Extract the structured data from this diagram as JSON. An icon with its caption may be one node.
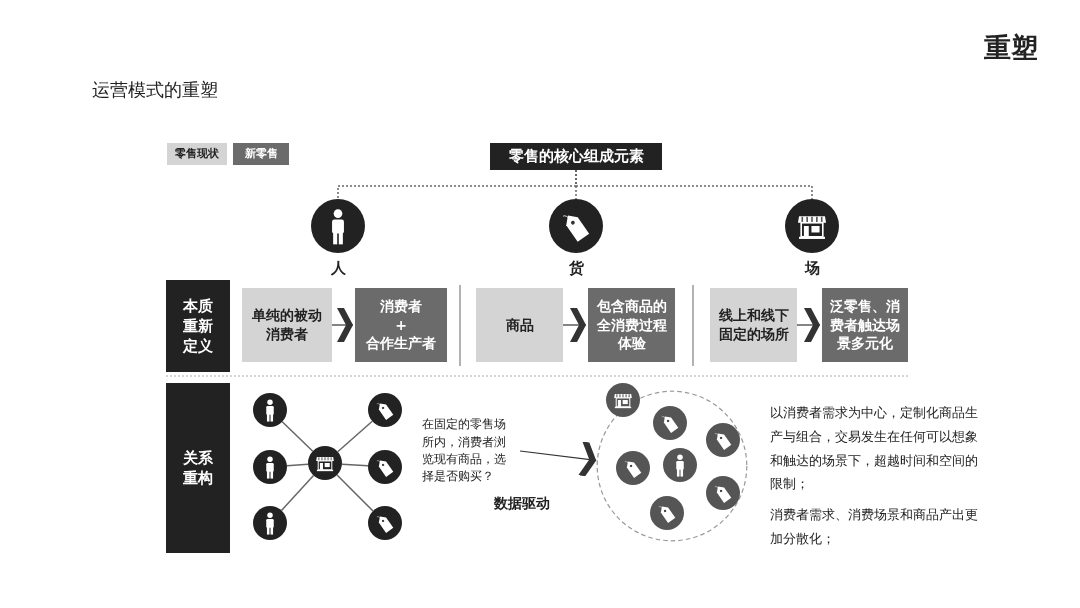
{
  "diagram": {
    "title": "重塑",
    "nodes": [
      {
        "text": [
          "零售的核心组成元素"
        ]
      },
      {
        "text": [],
        "shape": "circle",
        "beside": [
          "人"
        ]
      },
      {
        "text": [],
        "shape": "circle",
        "beside": [
          "货"
        ]
      },
      {
        "text": [],
        "shape": "circle",
        "beside": [
          "场"
        ]
      },
      {
        "text": [
          "本质重新定义"
        ]
      },
      {
        "text": [
          "单纯的被动消费者"
        ]
      },
      {
        "text": [
          "消费者",
          "+",
          "合作生产者"
        ]
      },
      {
        "text": [
          "商品"
        ]
      },
      {
        "text": [
          "包含商品的全消费过程体验"
        ]
      },
      {
        "text": [
          "线上和线下固定的场所"
        ]
      },
      {
        "text": [
          "泛零售、消费者触达场景多元化"
        ]
      },
      {
        "text": [
          "关系重构"
        ]
      },
      {
        "text": [],
        "shape": "circle"
      },
      {
        "text": [],
        "shape": "circle"
      },
      {
        "text": [],
        "shape": "circle"
      },
      {
        "text": [],
        "shape": "circle"
      },
      {
        "text": [],
        "shape": "circle"
      },
      {
        "text": [],
        "shape": "circle"
      },
      {
        "text": [],
        "shape": "circle"
      },
      {
        "text": [
          "在固定的零售场所内，消费者浏览现有商品，选择是否购买？"
        ]
      },
      {
        "text": [],
        "shape": "circle"
      },
      {
        "text": [],
        "shape": "circle"
      },
      {
        "text": [],
        "shape": "circle",
        "in": 20
      },
      {
        "text": [],
        "shape": "circle",
        "in": 20
      },
      {
        "text": [],
        "shape": "circle",
        "in": 20
      },
      {
        "text": [],
        "shape": "circle",
        "in": 20
      },
      {
        "text": [],
        "shape": "circle",
        "in": 20
      },
      {
        "text": [],
        "shape": "circle",
        "in": 20
      }
    ],
    "edges": [
      {
        "from": 0,
        "to": 1,
        "arrow": "none",
        "style": "dashed"
      },
      {
        "from": 0,
        "to": 2,
        "arrow": "none",
        "style": "dashed"
      },
      {
        "from": 0,
        "to": 3,
        "arrow": "none",
        "style": "dashed"
      },
      {
        "from": 5,
        "to": 6,
        "arrow": "to"
      },
      {
        "from": 7,
        "to": 8,
        "arrow": "to"
      },
      {
        "from": 9,
        "to": 10,
        "arrow": "to"
      },
      {
        "from": 12,
        "to": 15,
        "arrow": "none"
      },
      {
        "from": 13,
        "to": 15,
        "arrow": "none"
      },
      {
        "from": 14,
        "to": 15,
        "arrow": "none"
      },
      {
        "from": 15,
        "to": 16,
        "arrow": "none"
      },
      {
        "from": 15,
        "to": 17,
        "arrow": "none"
      },
      {
        "from": 15,
        "to": 18,
        "arrow": "none"
      },
      {
        "from": 19,
        "to": 20,
        "arrow": "to"
      }
    ],
    "labels": [
      "运营模式的重塑",
      "数据驱动",
      "以消费者需求为中心，定制化商品生产与组合，交易发生在任何可以想象和触达的场景下，超越时间和空间的限制；",
      "消费者需求、消费场景和商品产出更加分散化；"
    ],
    "legend": [
      {
        "text": "零售现状",
        "color": "#d4d4d4"
      },
      {
        "text": "新零售",
        "color": "#6b6b6b"
      }
    ]
  }
}
